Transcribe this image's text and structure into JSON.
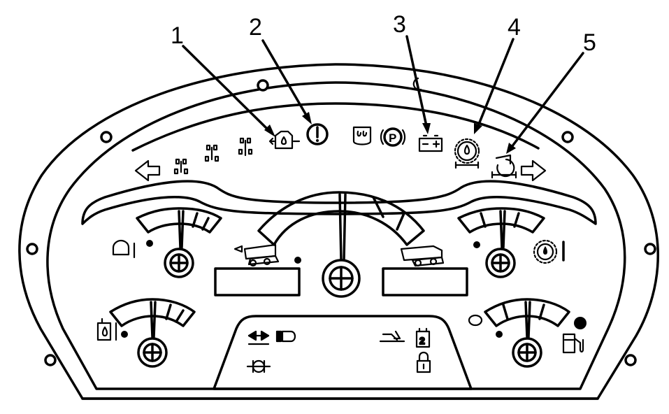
{
  "callouts": [
    {
      "label": "1",
      "target": "engine-oil-pressure-indicator"
    },
    {
      "label": "2",
      "target": "action-alarm-indicator"
    },
    {
      "label": "3",
      "target": "charging-system-indicator"
    },
    {
      "label": "4",
      "target": "transmission-oil-pressure-indicator"
    },
    {
      "label": "5",
      "target": "retarder-indicator"
    }
  ],
  "colors": {
    "ink": "#000000",
    "paper": "#ffffff"
  },
  "icons": [
    "turn-left-arrow-icon",
    "axle-lock-icon",
    "differential-lock-icon",
    "inter-axle-lock-icon",
    "engine-oil-pressure-icon",
    "action-alarm-icon",
    "engine-coolant-icon",
    "parking-brake-icon",
    "battery-icon",
    "transmission-oil-icon",
    "retarder-icon",
    "turn-right-arrow-icon",
    "coolant-temperature-icon",
    "truck-left-icon",
    "truck-right-icon",
    "transmission-temperature-icon",
    "hydraulic-oil-temperature-icon",
    "fuel-level-icon",
    "hoist-icon",
    "body-up-icon",
    "lock-icon",
    "light-icon",
    "center-lock-icon"
  ],
  "gauges": [
    {
      "id": "coolant-temperature-gauge",
      "needle_fraction": 0.5
    },
    {
      "id": "speedometer-gauge",
      "needle_fraction": 0.5
    },
    {
      "id": "transmission-oil-temperature-gauge",
      "needle_fraction": 0.5
    },
    {
      "id": "hydraulic-oil-temperature-gauge",
      "needle_fraction": 0.5
    },
    {
      "id": "fuel-level-gauge",
      "needle_fraction": 0.5
    }
  ]
}
